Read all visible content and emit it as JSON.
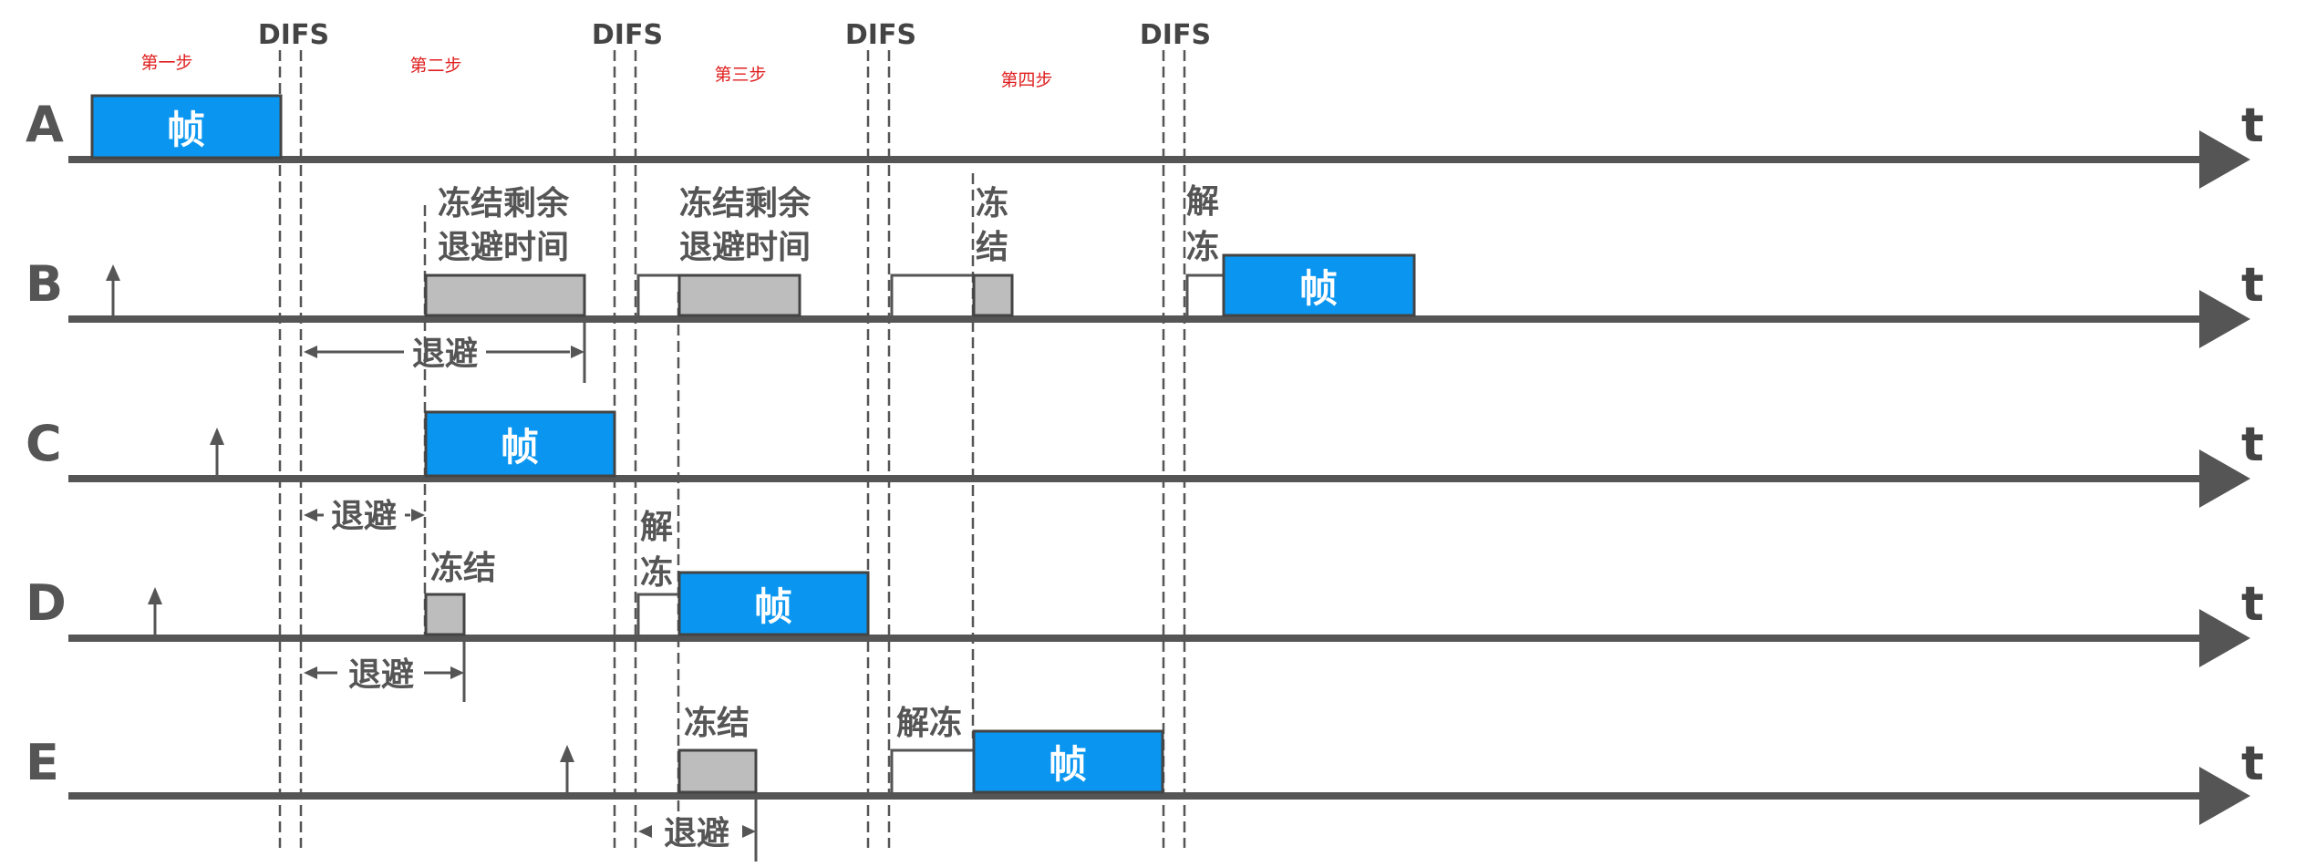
{
  "steps": [
    "第一步",
    "第二步",
    "第三步",
    "第四步"
  ],
  "difs_label": "DIFS",
  "rows": [
    {
      "id": "A",
      "axis_label": "t"
    },
    {
      "id": "B",
      "axis_label": "t"
    },
    {
      "id": "C",
      "axis_label": "t"
    },
    {
      "id": "D",
      "axis_label": "t"
    },
    {
      "id": "E",
      "axis_label": "t"
    }
  ],
  "frame_label": "帧",
  "labels": {
    "freeze_remaining_1": "冻结剩余",
    "backoff_time": "退避时间",
    "freeze_remaining_2": "冻结剩余",
    "backoff_time_2": "退避时间",
    "freeze_char_1": "冻",
    "freeze_char_2": "结",
    "unfreeze_char_1": "解",
    "unfreeze_char_2": "冻",
    "backoff": "退避",
    "freeze": "冻结",
    "unfreeze": "解冻"
  },
  "colors": {
    "frame": "#0a96f0",
    "backoff": "#bdbdbd",
    "step": "#e02020",
    "line": "#555555"
  }
}
